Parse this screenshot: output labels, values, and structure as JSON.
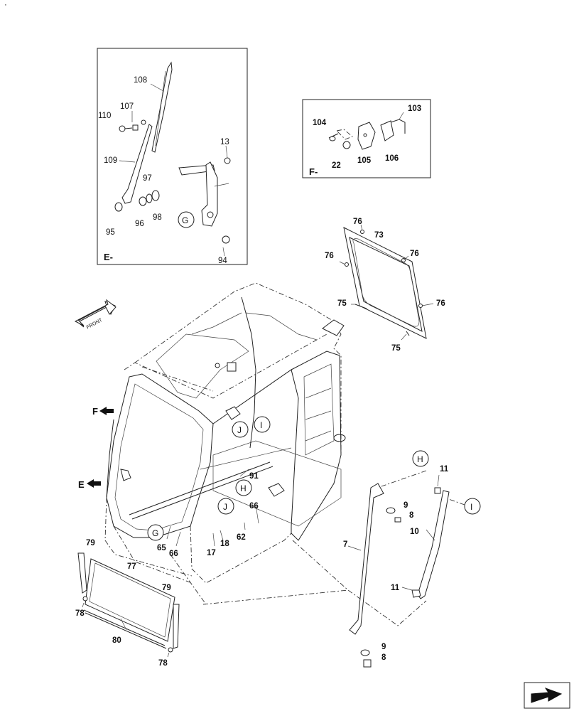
{
  "top_mark": "·",
  "insets": {
    "E": {
      "title": "E-",
      "callouts": [
        "108",
        "107",
        "110",
        "109",
        "97",
        "13",
        "G",
        "98",
        "96",
        "95",
        "94"
      ]
    },
    "F": {
      "title": "F-",
      "callouts": [
        "103",
        "104",
        "106",
        "105",
        "22"
      ]
    }
  },
  "direction_arrow": "FRONT",
  "pointers": {
    "F": "F",
    "E": "E"
  },
  "circles": {
    "J1": "J",
    "I1": "I",
    "H1": "H",
    "J2": "J",
    "G": "G",
    "H2": "H",
    "I2": "I"
  },
  "callouts": {
    "c76a": "76",
    "c73": "73",
    "c76b": "76",
    "c76c": "76",
    "c75a": "75",
    "c76d": "76",
    "c75b": "75",
    "c91": "91",
    "c66a": "66",
    "c62": "62",
    "c17": "17",
    "c18": "18",
    "c65": "65",
    "c66b": "66",
    "c11a": "11",
    "c9a": "9",
    "c8a": "8",
    "c10": "10",
    "c7": "7",
    "c11b": "11",
    "c9b": "9",
    "c8b": "8",
    "c79a": "79",
    "c77": "77",
    "c78a": "78",
    "c79b": "79",
    "c80": "80",
    "c78b": "78"
  }
}
